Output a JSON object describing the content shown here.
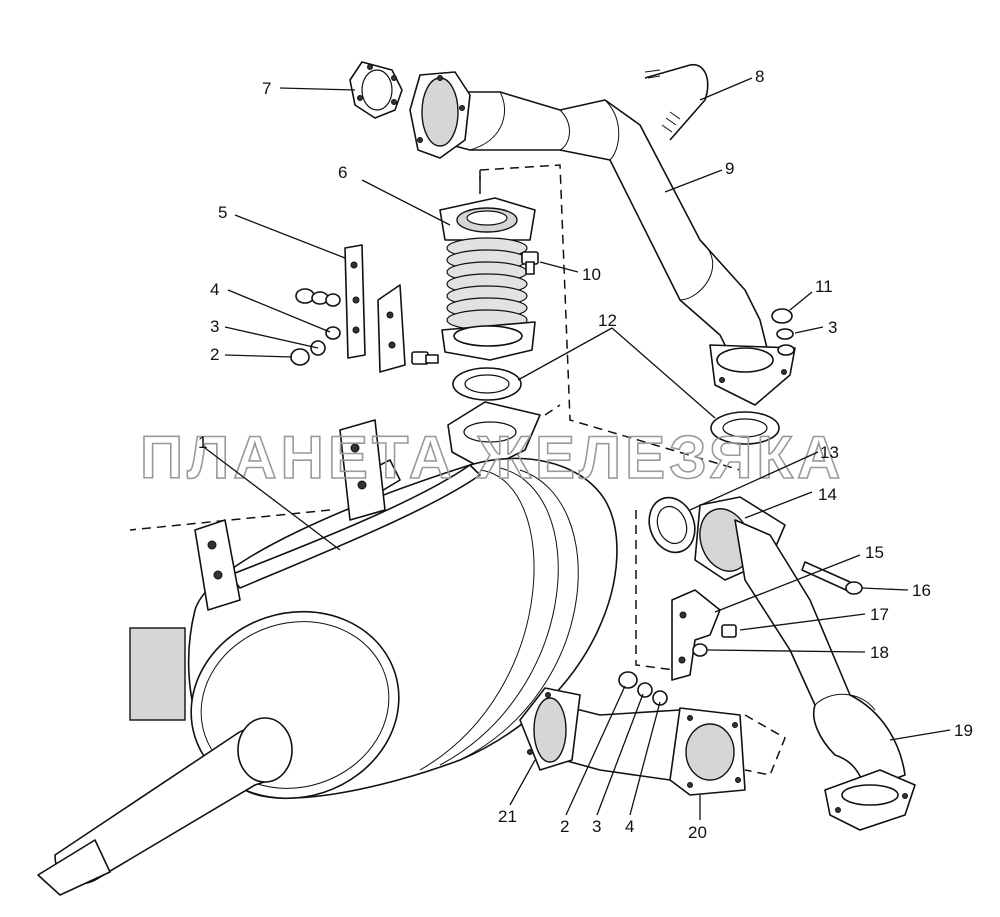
{
  "watermark": "ПЛАНЕТА ЖЕЛЕЗЯКА",
  "callouts": [
    {
      "id": "c7",
      "label": "7"
    },
    {
      "id": "c8",
      "label": "8"
    },
    {
      "id": "c9",
      "label": "9"
    },
    {
      "id": "c6",
      "label": "6"
    },
    {
      "id": "c5",
      "label": "5"
    },
    {
      "id": "c10",
      "label": "10"
    },
    {
      "id": "c4a",
      "label": "4"
    },
    {
      "id": "c3a",
      "label": "3"
    },
    {
      "id": "c2a",
      "label": "2"
    },
    {
      "id": "c12",
      "label": "12"
    },
    {
      "id": "c11",
      "label": "11"
    },
    {
      "id": "c3b",
      "label": "3"
    },
    {
      "id": "c1",
      "label": "1"
    },
    {
      "id": "c13",
      "label": "13"
    },
    {
      "id": "c14",
      "label": "14"
    },
    {
      "id": "c15",
      "label": "15"
    },
    {
      "id": "c16",
      "label": "16"
    },
    {
      "id": "c17",
      "label": "17"
    },
    {
      "id": "c18",
      "label": "18"
    },
    {
      "id": "c19",
      "label": "19"
    },
    {
      "id": "c21",
      "label": "21"
    },
    {
      "id": "c2b",
      "label": "2"
    },
    {
      "id": "c3c",
      "label": "3"
    },
    {
      "id": "c4b",
      "label": "4"
    },
    {
      "id": "c20",
      "label": "20"
    }
  ]
}
